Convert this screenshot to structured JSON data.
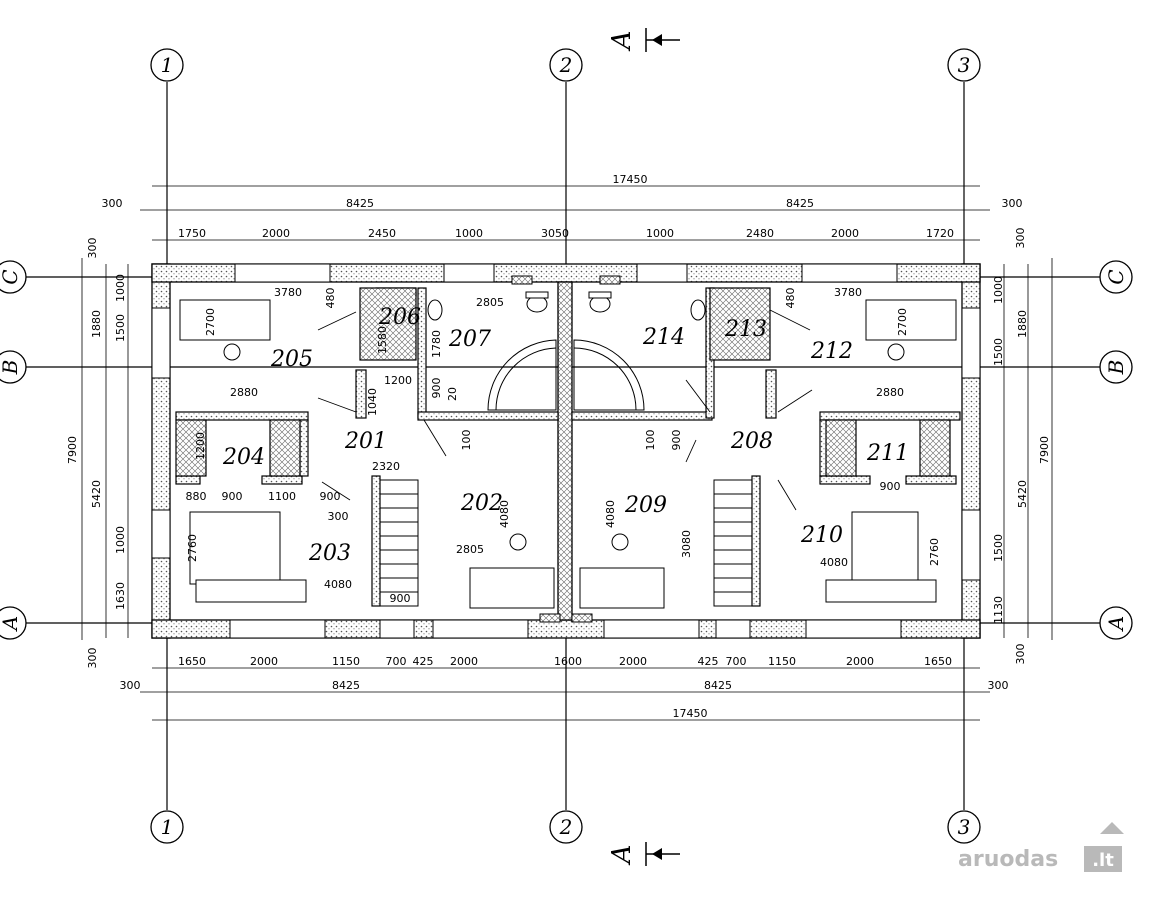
{
  "grid_axes": {
    "vertical": [
      "1",
      "2",
      "3"
    ],
    "horizontal": [
      "C",
      "B",
      "A"
    ]
  },
  "section": {
    "label": "A"
  },
  "dimensions": {
    "top_total": "17450",
    "top_halves": [
      "8425",
      "8425"
    ],
    "top_ends": [
      "300",
      "300"
    ],
    "top_openings": [
      "1750",
      "2000",
      "2450",
      "1000",
      "3050",
      "1000",
      "2480",
      "2000",
      "1720"
    ],
    "bottom_openings": [
      "1650",
      "2000",
      "1150",
      "700",
      "425",
      "2000",
      "1600",
      "2000",
      "425",
      "700",
      "1150",
      "2000",
      "1650"
    ],
    "bottom_halves": [
      "8425",
      "8425"
    ],
    "bottom_ends": [
      "300",
      "300"
    ],
    "bottom_total": "17450",
    "left_ends": [
      "300",
      "300"
    ],
    "left_windows": [
      "1000",
      "1500",
      "1000",
      "1630"
    ],
    "left_axes": [
      "1880",
      "5420"
    ],
    "left_total": "7900",
    "right_ends": [
      "300",
      "300"
    ],
    "right_windows": [
      "1000",
      "1500",
      "1500",
      "1130"
    ],
    "right_axes": [
      "1880",
      "5420"
    ],
    "right_total": "7900"
  },
  "interior_dims": {
    "left": [
      "3780",
      "480",
      "2700",
      "1580",
      "1780",
      "2805",
      "1200",
      "1040",
      "900",
      "20",
      "2880",
      "100",
      "1200",
      "2320",
      "4080",
      "880",
      "900",
      "1100",
      "900",
      "300",
      "2760",
      "2805",
      "4080",
      "900"
    ],
    "right": [
      "3780",
      "480",
      "2700",
      "2880",
      "100",
      "900",
      "4080",
      "3080",
      "4080",
      "2760",
      "900"
    ]
  },
  "rooms": [
    "201",
    "202",
    "203",
    "204",
    "205",
    "206",
    "207",
    "208",
    "209",
    "210",
    "211",
    "212",
    "213",
    "214"
  ],
  "watermark": {
    "text_main": "aruodas",
    "text_tld": ".lt"
  }
}
